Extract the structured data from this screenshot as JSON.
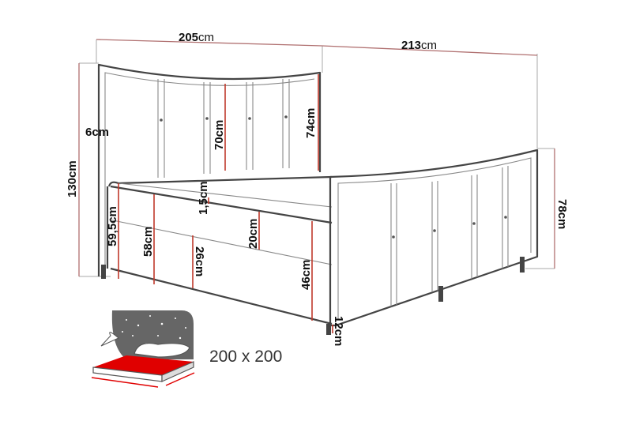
{
  "dimensions": {
    "total_length": {
      "value": "205",
      "unit": "cm"
    },
    "total_width": {
      "value": "213",
      "unit": "cm"
    },
    "headboard_top": "6cm",
    "headboard_visible": "70cm",
    "headboard_side": "74cm",
    "total_height": "130cm",
    "topper": "1,5cm",
    "footboard_height": "78cm",
    "side_height": "59,5cm",
    "base_height": "58cm",
    "lower_base": "26cm",
    "mattress": "20cm",
    "footboard_base": "46cm",
    "legs": "12cm"
  },
  "mattress_size": "200 x 200",
  "colors": {
    "dimension_line": "#c0392b",
    "outline": "#444444",
    "mattress_icon": "#e00000",
    "inset_background": "#666666"
  }
}
